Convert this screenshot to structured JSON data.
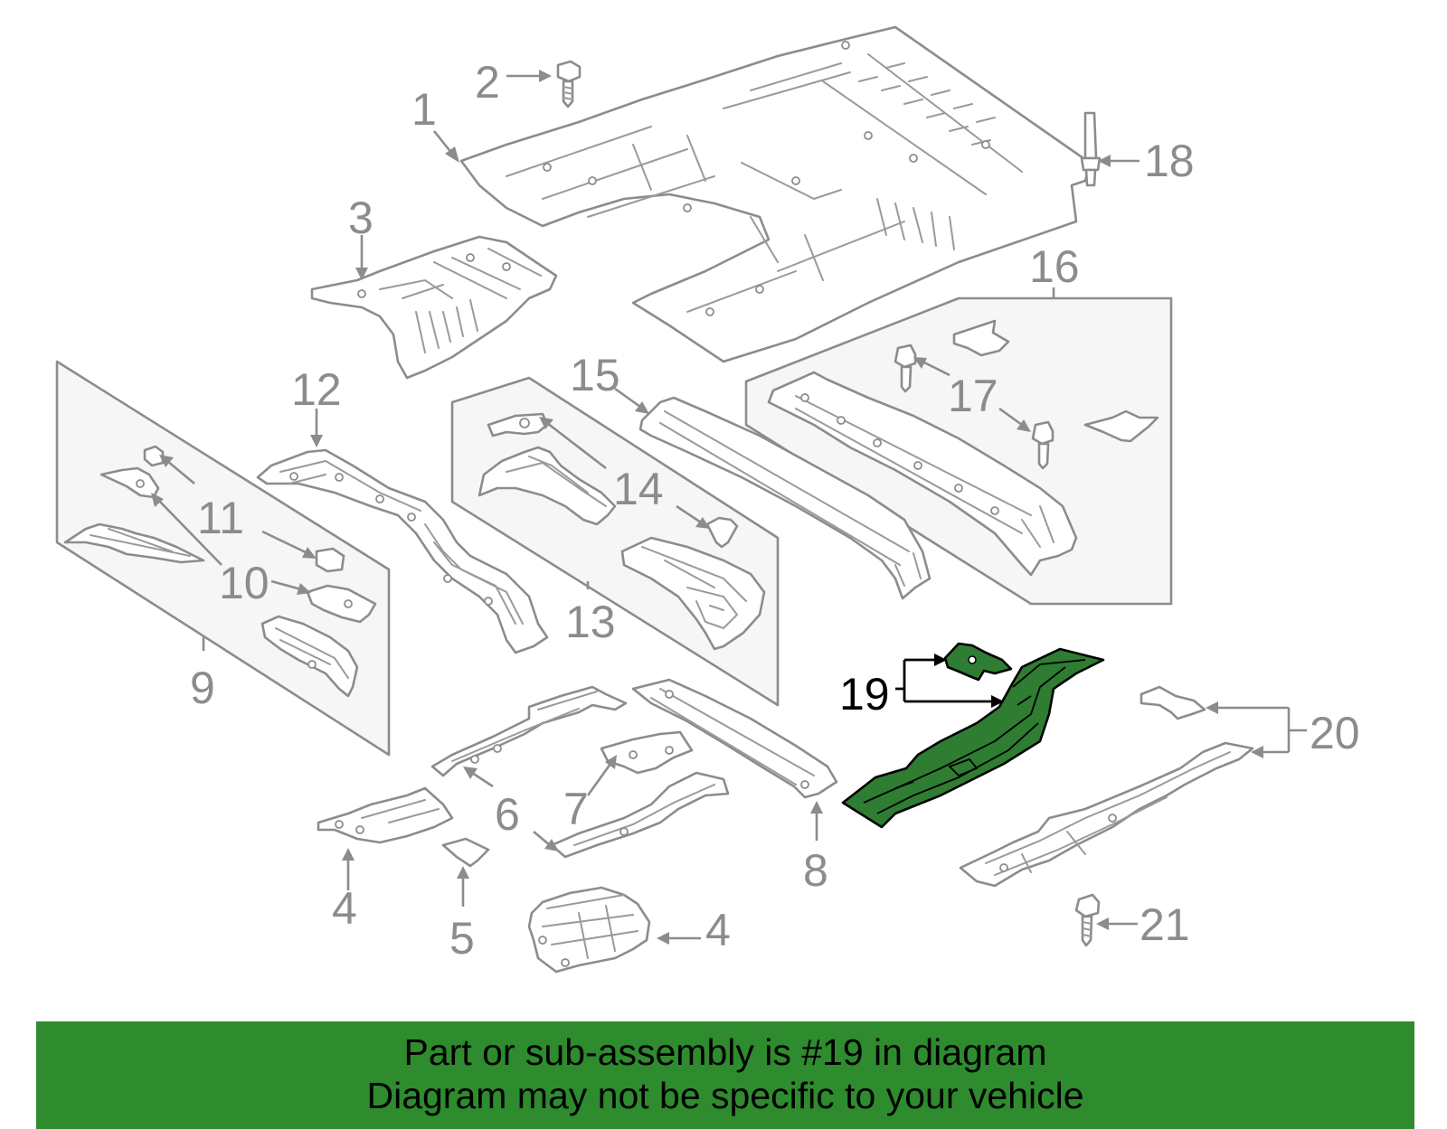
{
  "diagram": {
    "callouts": {
      "c1": "1",
      "c2": "2",
      "c3": "3",
      "c4a": "4",
      "c4b": "4",
      "c5": "5",
      "c6": "6",
      "c7": "7",
      "c8": "8",
      "c9": "9",
      "c10": "10",
      "c11": "11",
      "c12": "12",
      "c13": "13",
      "c14": "14",
      "c15": "15",
      "c16": "16",
      "c17": "17",
      "c18": "18",
      "c19": "19",
      "c20": "20",
      "c21": "21"
    },
    "highlighted_part": "19",
    "highlight_color": "#2e7d32",
    "line_color": "#8c8c8c"
  },
  "banner": {
    "line1": "Part or sub-assembly is #19 in diagram",
    "line2": "Diagram may not be specific to your vehicle",
    "background": "#2e8b2e"
  }
}
